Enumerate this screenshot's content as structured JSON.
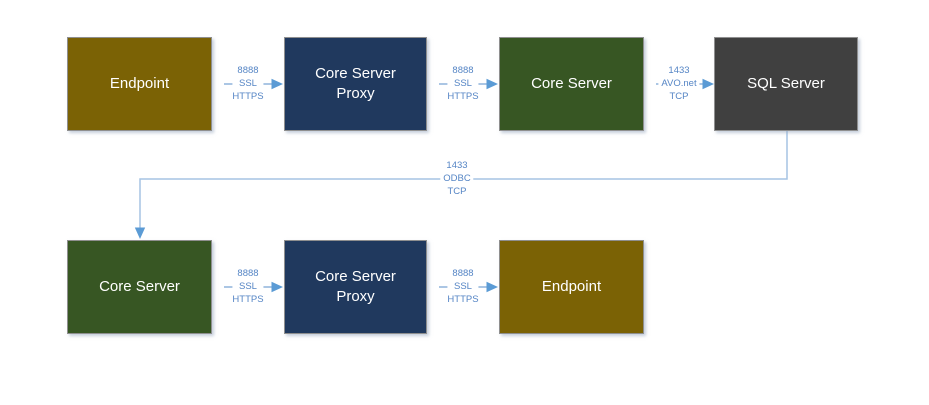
{
  "diagram": {
    "nodes": [
      {
        "id": "endpoint-top",
        "label": "Endpoint",
        "color": "#7B6205"
      },
      {
        "id": "core-server-proxy-top",
        "label": "Core Server Proxy",
        "color": "#20395E"
      },
      {
        "id": "core-server-top",
        "label": "Core Server",
        "color": "#375623"
      },
      {
        "id": "sql-server",
        "label": "SQL Server",
        "color": "#404040"
      },
      {
        "id": "core-server-bottom",
        "label": "Core Server",
        "color": "#375623"
      },
      {
        "id": "core-server-proxy-bottom",
        "label": "Core Server Proxy",
        "color": "#20395E"
      },
      {
        "id": "endpoint-bottom",
        "label": "Endpoint",
        "color": "#7B6205"
      }
    ],
    "connectors": [
      {
        "id": "endpoint-top-to-proxy-top",
        "lines": [
          "8888",
          "SSL",
          "HTTPS"
        ]
      },
      {
        "id": "proxy-top-to-core-server-top",
        "lines": [
          "8888",
          "SSL",
          "HTTPS"
        ]
      },
      {
        "id": "core-server-top-to-sql-server",
        "lines": [
          "1433",
          "AVO.net",
          "TCP"
        ]
      },
      {
        "id": "sql-server-to-core-server-bottom",
        "lines": [
          "1433",
          "ODBC",
          "TCP"
        ]
      },
      {
        "id": "core-bottom-to-proxy-bottom",
        "lines": [
          "8888",
          "SSL",
          "HTTPS"
        ]
      },
      {
        "id": "proxy-bottom-to-endpoint-bottom",
        "lines": [
          "8888",
          "SSL",
          "HTTPS"
        ]
      }
    ],
    "colors": {
      "connector_line": "#8FB4DC",
      "connector_line_long": "#A6C4E4",
      "arrowhead": "#5B9BD5",
      "label_text": "#5585C5",
      "node_text": "#FFFFFF"
    }
  }
}
